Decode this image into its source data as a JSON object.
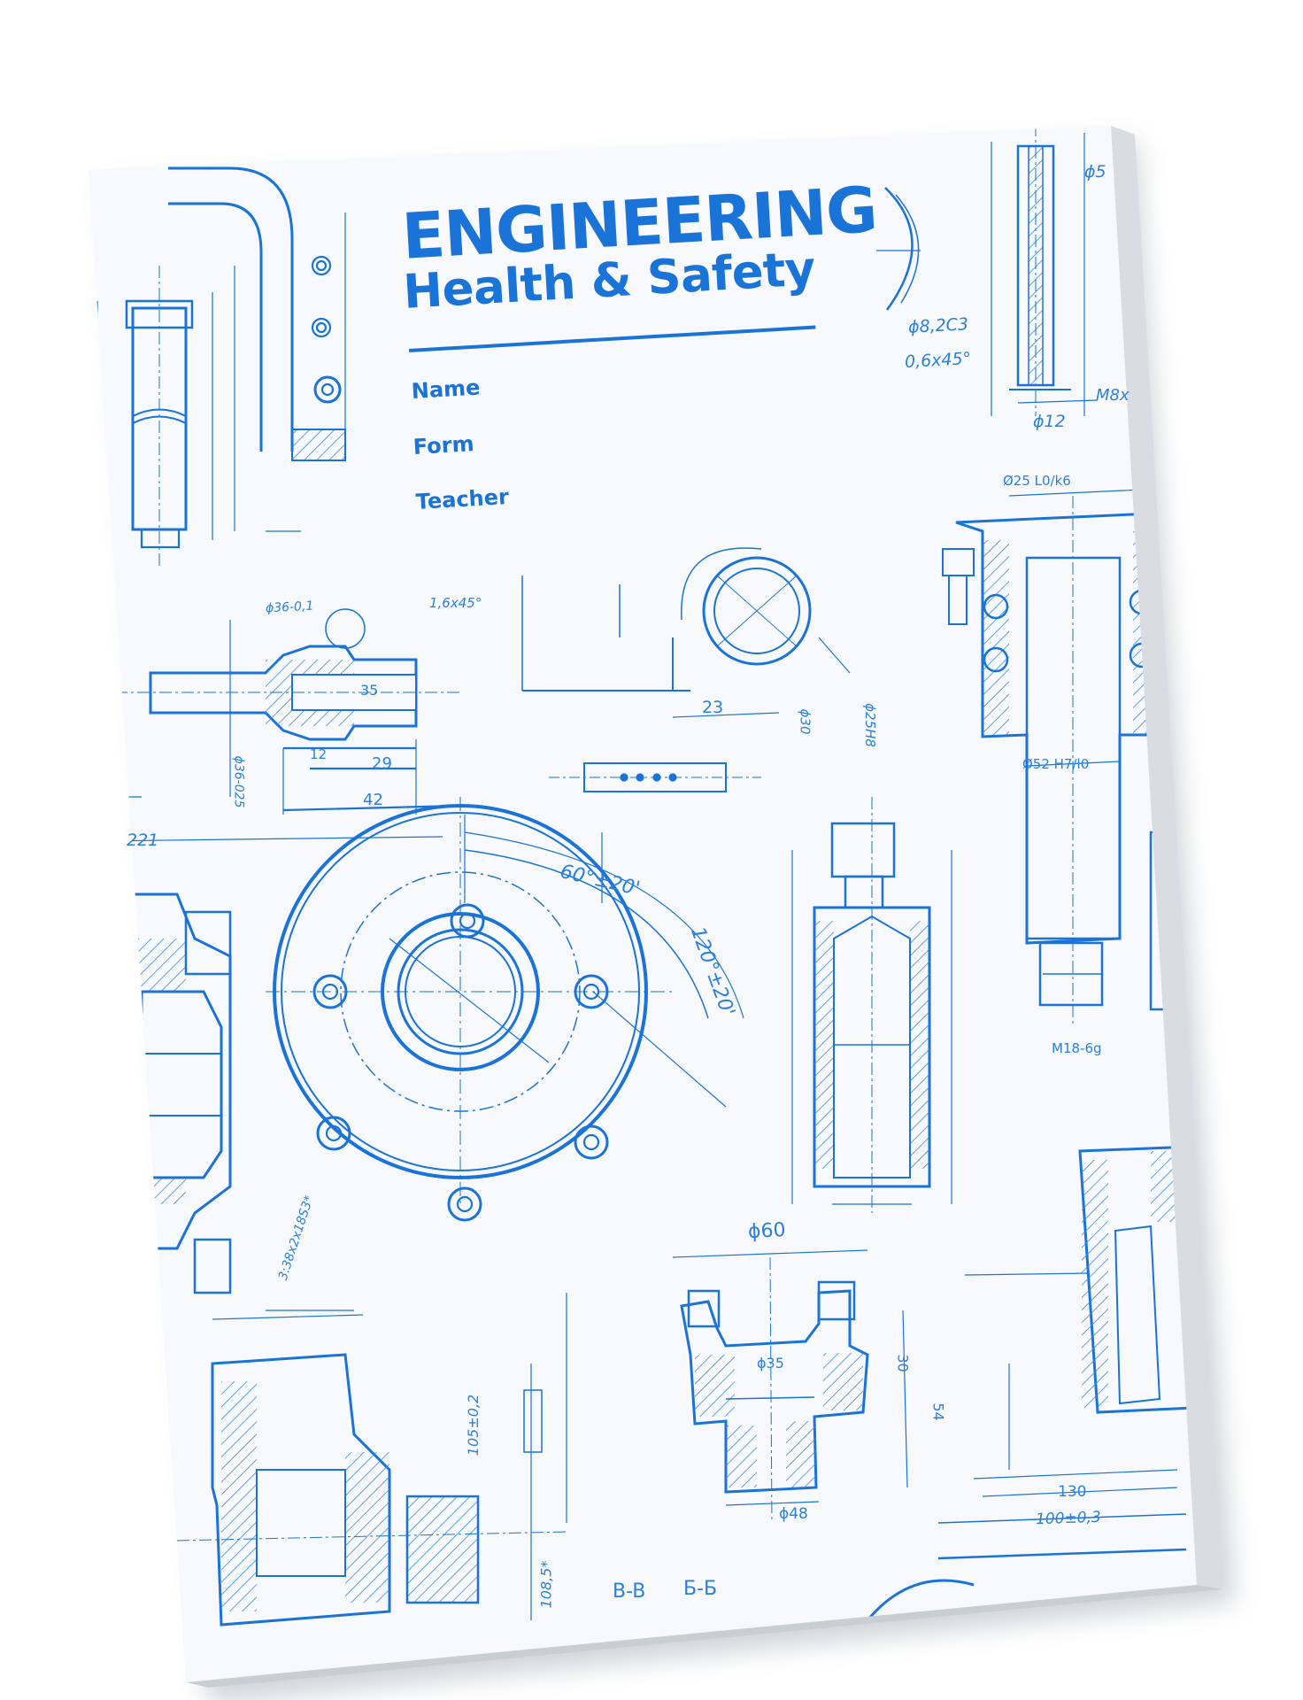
{
  "cover": {
    "title_line_1": "ENGINEERING",
    "title_line_2": "Health & Safety",
    "fields": {
      "name": "Name",
      "form": "Form",
      "teacher": "Teacher"
    }
  },
  "blueprint": {
    "labels": {
      "section_bb": "B-B",
      "section_bb_cyr": "Б-Б",
      "dim_d60": "ϕ60",
      "dim_d35": "ϕ35",
      "dim_d48": "ϕ48",
      "dim_23": "23",
      "dim_29": "29",
      "dim_42": "42",
      "dim_35": "35",
      "dim_12": "12",
      "dim_130": "130",
      "dim_30": "30",
      "dim_54": "54",
      "dim_221": "221",
      "angle_60": "60°±20'",
      "angle_120": "120°±20'",
      "thread_m18": "M18-6g",
      "dim_d25": "Ø25 L0/k6",
      "dim_d52": "Ø52 H7/l0",
      "dim_d12": "ϕ12",
      "dim_d5": "ϕ5",
      "dim_d82": "ϕ8,2C3",
      "chamfer": "0,6x45°",
      "chamfer_16": "1,6x45°",
      "thread_m8": "M8x",
      "dim_105": "105±0,2",
      "dim_1085": "108,5*",
      "dim_100": "100±0,3",
      "thread_338": "3:38x2x18S3*",
      "dim_d36": "ϕ36-0,1",
      "dim_d36b": "ϕ36-025",
      "dim_d30": "ϕ30",
      "dim_d25b": "ϕ25H8"
    }
  },
  "colors": {
    "ink": "#1a73d6",
    "ink_light": "#5ea2ea",
    "paper": "#f7f9fc"
  }
}
